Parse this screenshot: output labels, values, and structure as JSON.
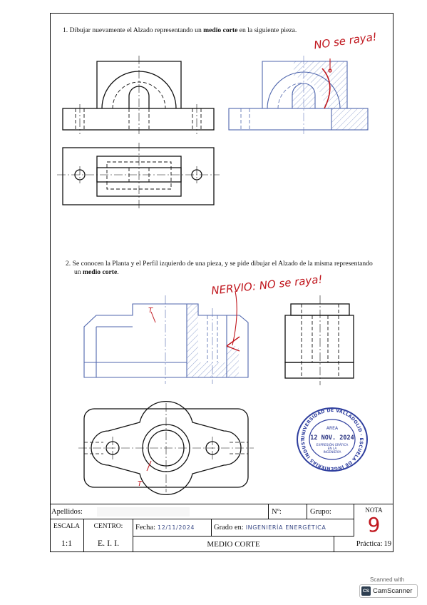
{
  "exercise1": {
    "number": "1.",
    "text_before": "Dibujar nuevamente el Alzado representando un",
    "bold": "medio corte",
    "text_after": "en la siguiente pieza.",
    "annotation": "NO se raya!"
  },
  "exercise2": {
    "number": "2.",
    "text_line1": "Se conocen la Planta y el Perfil izquierdo de una pieza, y se pide dibujar el Alzado de la misma representando",
    "text_line2_before": "un",
    "bold": "medio corte",
    "text_line2_after": ".",
    "annotation": "NERVIO: NO se raya!",
    "mark_top": "T",
    "mark_bottom": "T"
  },
  "stamp": {
    "ring_text": "UNIVERSIDAD DE VALLADOLID · ESCUELA DE INGENIERÍAS INDUSTRIALES",
    "area": "AREA",
    "date": "12 NOV. 2024",
    "dept_line1": "EXPRESIÓN GRÁFICA",
    "dept_line2": "EN LA",
    "dept_line3": "INGENIERÍA",
    "color": "#2f3f9e"
  },
  "title_block": {
    "apellidos_label": "Apellidos:",
    "numero_label": "Nº:",
    "grupo_label": "Grupo:",
    "nota_label": "NOTA",
    "nota_value": "9",
    "escala_label": "ESCALA",
    "escala_value": "1:1",
    "centro_label": "CENTRO:",
    "centro_value": "E. I. I.",
    "fecha_label": "Fecha:",
    "fecha_value": "12/11/2024",
    "grado_label": "Grado en:",
    "grado_value": "INGENIERÍA ENERGÉTICA",
    "titulo": "MEDIO CORTE",
    "practica_label": "Práctica:",
    "practica_value": "19"
  },
  "scanner": {
    "caption": "Scanned with",
    "brand": "CamScanner",
    "logo": "CS"
  }
}
